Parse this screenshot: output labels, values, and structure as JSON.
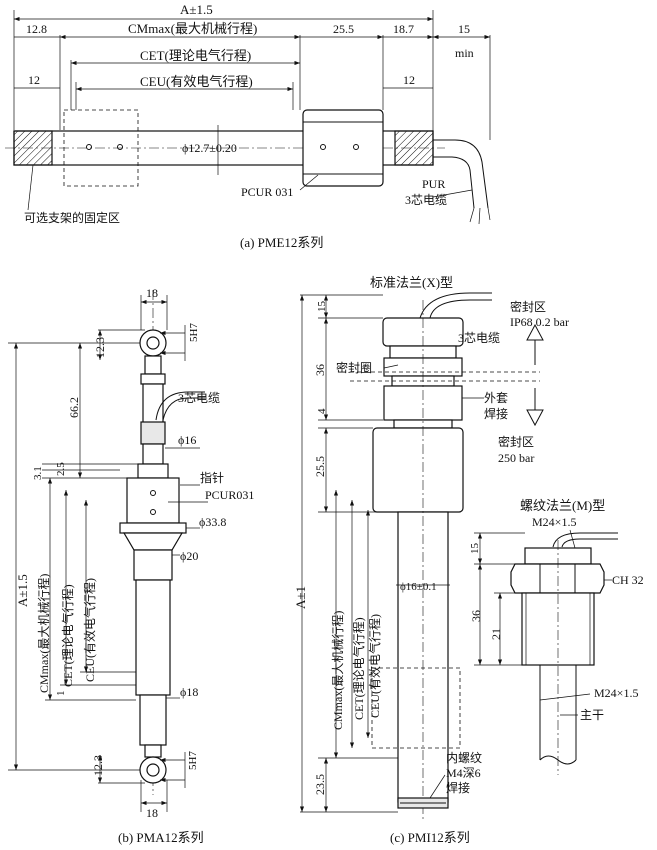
{
  "a": {
    "dim_A": "A±1.5",
    "dim_CM": "CMmax(最大机械行程)",
    "dim_CET": "CET(理论电气行程)",
    "dim_CEU": "CEU(有效电气行程)",
    "d12_8": "12.8",
    "d25_5": "25.5",
    "d18_7": "18.7",
    "d15": "15",
    "min": "min",
    "d12_left": "12",
    "d12_right": "12",
    "dia": "ϕ12.7±0.20",
    "pcur": "PCUR 031",
    "pur": "PUR",
    "cable": "3芯电缆",
    "bracket": "可选支架的固定区",
    "caption": "(a) PME12系列"
  },
  "b": {
    "d18_top": "18",
    "d18_bot": "18",
    "h7_top": "5H7",
    "h7_bot": "5H7",
    "d12_3_top": "12.3",
    "d12_3_bot": "12.3",
    "d66_2": "66.2",
    "d3_1": "3.1",
    "d2_5": "2.5",
    "d1": "1",
    "cable": "3芯电缆",
    "phi16": "ϕ16",
    "pointer": "指针",
    "pcur": "PCUR031",
    "phi33_8": "ϕ33.8",
    "phi20": "ϕ20",
    "phi18": "ϕ18",
    "dim_A": "A±1.5",
    "dim_CM": "CMmax(最大机械行程)",
    "dim_CET": "CET(理论电气行程)",
    "dim_CEU": "CEU(有效电气行程)",
    "caption": "(b) PMA12系列"
  },
  "c": {
    "flange_x": "标准法兰(X)型",
    "d15": "15",
    "d36": "36",
    "d4": "4",
    "d25_5": "25.5",
    "d23_5": "23.5",
    "seal_zone_1": "密封区",
    "ip68": "IP68 0.2 bar",
    "cable": "3芯电缆",
    "seal_ring": "密封圈",
    "sleeve": "外套",
    "weld": "焊接",
    "seal_zone_2": "密封区",
    "bar250": "250 bar",
    "dim_A": "A±1",
    "dim_CM": "CMmax(最大机械行程)",
    "dim_CET": "CET(理论电气行程)",
    "dim_CEU": "CEU(有效电气行程)",
    "phi16": "ϕ16±0.1",
    "flange_m": "螺纹法兰(M)型",
    "m24_top": "M24×1.5",
    "m15": "15",
    "ch32": "CH 32",
    "m36": "36",
    "m21": "21",
    "m24_bot": "M24×1.5",
    "rod": "主干",
    "inner_thread": "内螺纹",
    "m4": "M4深6",
    "weld2": "焊接",
    "caption": "(c) PMI12系列"
  }
}
